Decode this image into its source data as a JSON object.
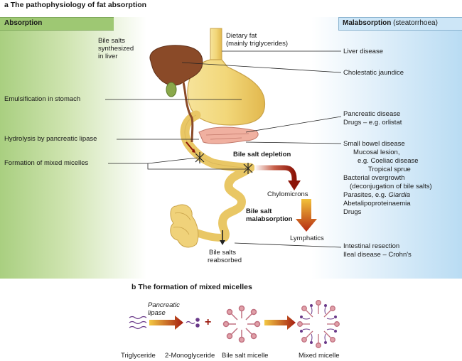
{
  "panel_a": {
    "title": "a   The pathophysiology of fat absorption",
    "header_left": "Absorption",
    "header_right_bold": "Malabsorption",
    "header_right_rest": " (steatorrhoea)",
    "bile_salts_synth": [
      "Bile salts",
      "synthesized",
      "in liver"
    ],
    "dietary_fat": [
      "Dietary fat",
      "(mainly triglycerides)"
    ],
    "emulsification": "Emulsification in stomach",
    "hydrolysis": "Hydrolysis by pancreatic lipase",
    "formation": "Formation of mixed micelles",
    "bile_salt_depletion": "Bile salt depletion",
    "chylomicrons": "Chylomicrons",
    "bile_salt_malabsorption": [
      "Bile salt",
      "malabsorption"
    ],
    "lymphatics": "Lymphatics",
    "bile_salts_reabsorbed": [
      "Bile salts",
      "reabsorbed"
    ],
    "liver_disease": "Liver disease",
    "cholestatic": "Cholestatic jaundice",
    "pancreatic_disease": "Pancreatic disease",
    "drugs_orlistat": "Drugs – e.g. orlistat",
    "small_bowel": "Small bowel disease",
    "mucosal": "Mucosal lesion,",
    "coeliac": "e.g. Coeliac disease",
    "tropical": "Tropical sprue",
    "bacterial": "Bacterial overgrowth",
    "deconjugation": "(deconjugation of bile salts)",
    "parasites_prefix": "Parasites, e.g. ",
    "parasites_italic": "Giardia",
    "abetalipo": "Abetalipoproteinaemia",
    "drugs": "Drugs",
    "intestinal_resection": "Intestinal resection",
    "ileal_disease": "Ileal disease – Crohn's"
  },
  "panel_b": {
    "title": "b   The formation of mixed micelles",
    "pancreatic_lipase": [
      "Pancreatic",
      "lipase"
    ],
    "plus": "+",
    "labels": [
      "Triglyceride",
      "2-Monoglyceride",
      "Bile salt micelle",
      "Mixed micelle"
    ]
  },
  "colors": {
    "absorption_green": "#9ec873",
    "malabsorption_blue": "#cde6f7",
    "gut_yellow": "#f2d77a",
    "liver_brown": "#8a4a28",
    "pancreas_pink": "#f0b0a0",
    "arrow_red": "#9c1b10",
    "arrow_orange": "#e7a21b",
    "micelle_pink": "#e0a0a8",
    "micelle_purple": "#6a3a8a"
  }
}
